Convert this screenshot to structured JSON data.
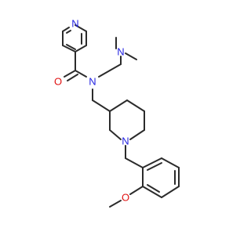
{
  "molecule": {
    "atom_labels": {
      "pyridine_n": "N",
      "amide_o": "O",
      "amide_n": "N",
      "dimethylamine_n": "N",
      "piperidine_n": "N",
      "ether_o": "O"
    }
  },
  "colors": {
    "bond": "#2b2b2b",
    "nitrogen": "#1f1fe0",
    "oxygen": "#e01010",
    "background": "#ffffff"
  }
}
